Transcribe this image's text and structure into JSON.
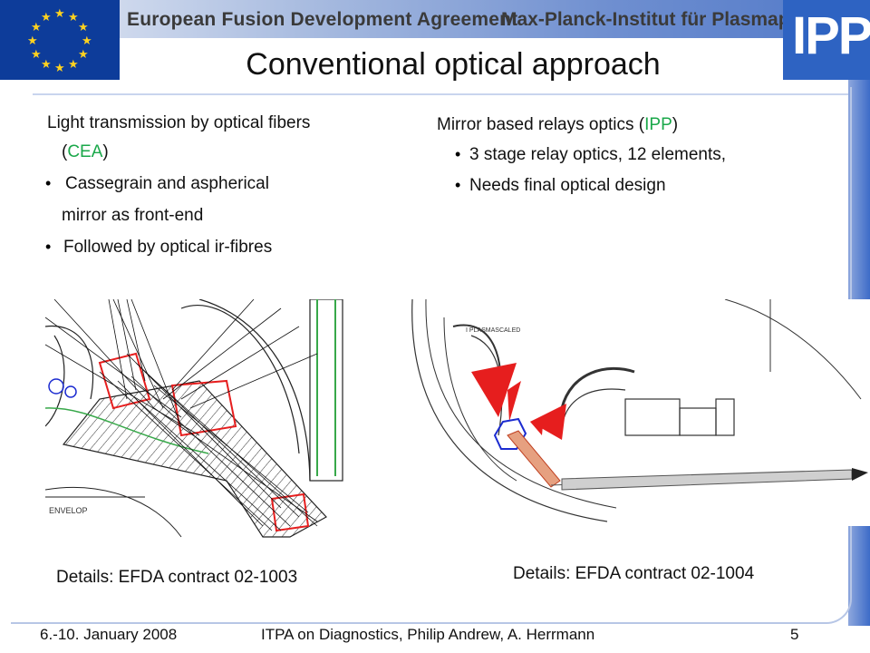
{
  "header": {
    "left_title": "European Fusion Development Agreement",
    "right_title": "Max-Planck-Institut für Plasmaphysik",
    "logo_text": "IPP",
    "flag_icon": "eu-flag-icon",
    "colors": {
      "flag_blue": "#0d3c9a",
      "star_yellow": "#ffd21f",
      "logo_blue": "#2e63c2"
    }
  },
  "slide": {
    "title": "Conventional optical approach"
  },
  "left_column": {
    "heading_line1": "Light transmission by optical fibers",
    "heading_line2_open": "(",
    "heading_line2_org": "CEA",
    "heading_line2_close": ")",
    "bullets": [
      {
        "line1": " Cassegrain and aspherical",
        "line2": "mirror as front-end"
      },
      {
        "line1": "Followed by optical ir-fibres"
      }
    ],
    "caption": "Details: EFDA contract 02-1003",
    "figure_label": "ENVELOP"
  },
  "right_column": {
    "heading_text": "Mirror based relays optics (",
    "heading_org": "IPP",
    "heading_close": ")",
    "bullets": [
      "3 stage relay optics, 12 elements,",
      "Needs final optical design"
    ],
    "caption": "Details: EFDA contract 02-1004",
    "figure_label": "I PLASMASCALED"
  },
  "footer": {
    "date": "6.-10. January 2008",
    "event": "ITPA on Diagnostics, Philip Andrew, A. Herrmann",
    "page_number": "5"
  },
  "accent_colors": {
    "green": "#1aa84a",
    "red": "#e61e1e",
    "blue_hex": "#1b2bd0"
  }
}
